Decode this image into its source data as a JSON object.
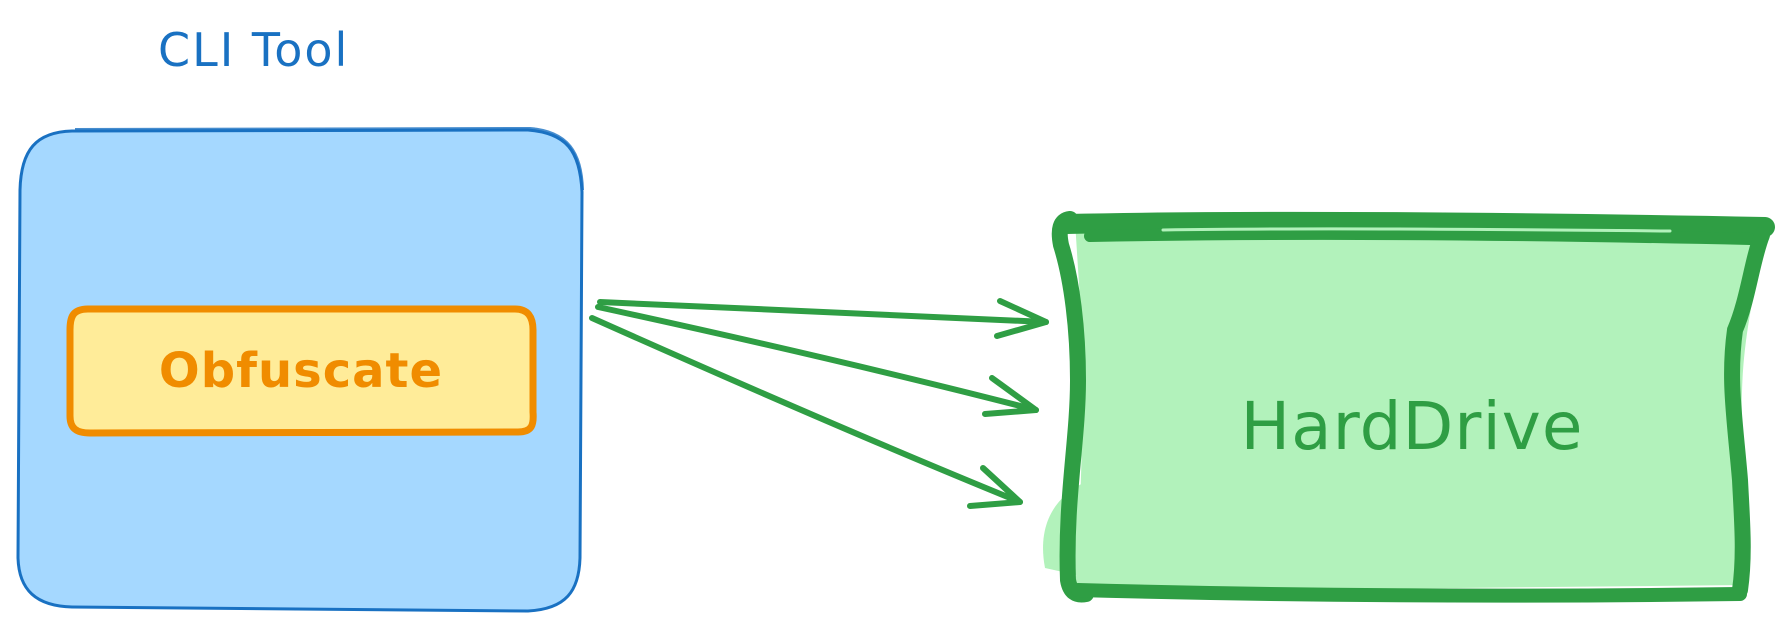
{
  "colors": {
    "background": "#ffffff",
    "cli_fill": "#a5d8ff",
    "cli_stroke": "#1971c2",
    "obfuscate_fill": "#ffec99",
    "obfuscate_stroke": "#f08c00",
    "drive_fill": "#b2f2bb",
    "drive_stroke": "#2f9e44",
    "arrow": "#2f9e44"
  },
  "diagram": {
    "cli_tool": {
      "label": "CLI Tool"
    },
    "obfuscate": {
      "label": "Obfuscate"
    },
    "hard_drive": {
      "label": "HardDrive"
    },
    "arrows": [
      {
        "from": "cli_tool",
        "to": "hard_drive"
      },
      {
        "from": "cli_tool",
        "to": "hard_drive"
      },
      {
        "from": "cli_tool",
        "to": "hard_drive"
      }
    ]
  }
}
